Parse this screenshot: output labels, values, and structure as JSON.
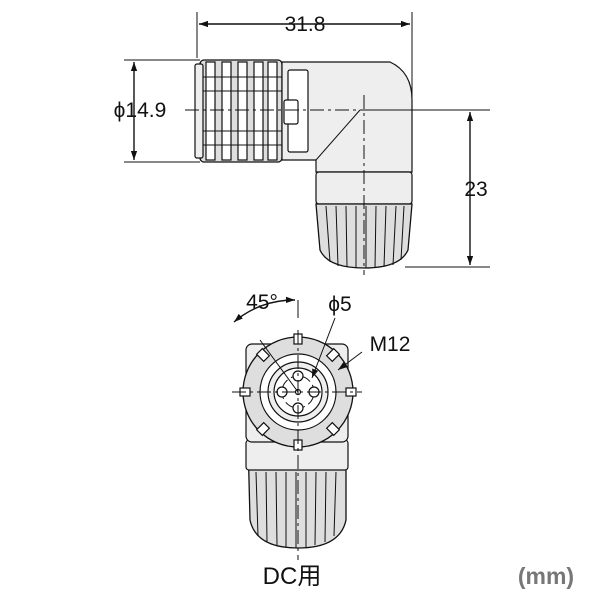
{
  "dimensions": {
    "length": "31.8",
    "diameter": "ϕ14.9",
    "height": "23",
    "angle": "45°",
    "pin_circle": "ϕ5",
    "thread": "M12"
  },
  "caption": "DC用",
  "unit": "(mm)"
}
